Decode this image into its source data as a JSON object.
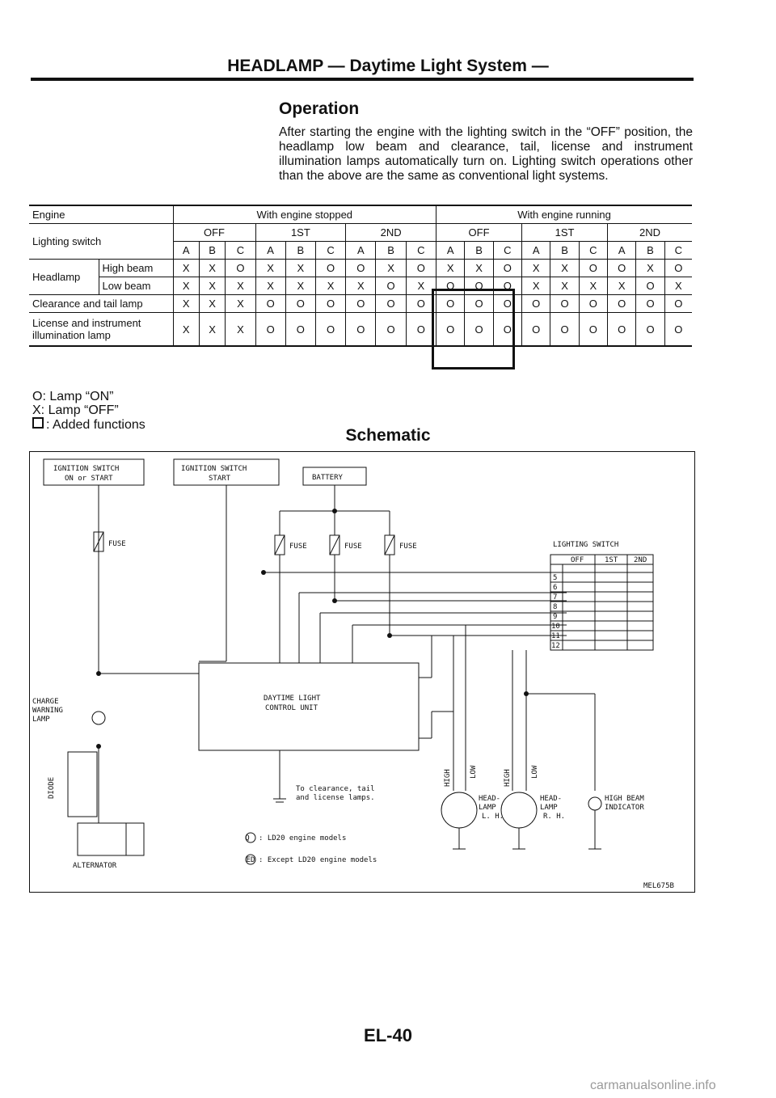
{
  "header": {
    "title": "HEADLAMP — Daytime Light System —"
  },
  "operation": {
    "title": "Operation",
    "text": "After starting the engine with the lighting switch in the “OFF” position, the headlamp low beam and clearance, tail, license and instrument illumination lamps automatically turn on. Lighting switch operations other than the above are the same as conventional light systems."
  },
  "table": {
    "engine_label": "Engine",
    "stopped": "With engine stopped",
    "running": "With engine running",
    "ls_label": "Lighting switch",
    "headlamp_label": "Headlamp",
    "positions": [
      "OFF",
      "1ST",
      "2ND",
      "OFF",
      "1ST",
      "2ND"
    ],
    "subs": [
      "A",
      "B",
      "C",
      "A",
      "B",
      "C",
      "A",
      "B",
      "C",
      "A",
      "B",
      "C",
      "A",
      "B",
      "C",
      "A",
      "B",
      "C"
    ],
    "rows": [
      {
        "label": "High beam",
        "values": [
          "X",
          "X",
          "O",
          "X",
          "X",
          "O",
          "O",
          "X",
          "O",
          "X",
          "X",
          "O",
          "X",
          "X",
          "O",
          "O",
          "X",
          "O"
        ]
      },
      {
        "label": "Low beam",
        "values": [
          "X",
          "X",
          "X",
          "X",
          "X",
          "X",
          "X",
          "O",
          "X",
          "O",
          "O",
          "O",
          "X",
          "X",
          "X",
          "X",
          "O",
          "X"
        ]
      },
      {
        "label": "Clearance and tail lamp",
        "values": [
          "X",
          "X",
          "X",
          "O",
          "O",
          "O",
          "O",
          "O",
          "O",
          "O",
          "O",
          "O",
          "O",
          "O",
          "O",
          "O",
          "O",
          "O"
        ]
      },
      {
        "label": "License and instrument illumination lamp",
        "values": [
          "X",
          "X",
          "X",
          "O",
          "O",
          "O",
          "O",
          "O",
          "O",
          "O",
          "O",
          "O",
          "O",
          "O",
          "O",
          "O",
          "O",
          "O"
        ]
      }
    ]
  },
  "legend": {
    "on": "O: Lamp “ON”",
    "off": "X: Lamp “OFF”",
    "added": ": Added functions"
  },
  "schematic": {
    "title": "Schematic",
    "ign_on_l1": "IGNITION SWITCH",
    "ign_on_l2": "ON or START",
    "ign_st_l1": "IGNITION SWITCH",
    "ign_st_l2": "START",
    "battery": "BATTERY",
    "fuse": "FUSE",
    "ls_title": "LIGHTING SWITCH",
    "ls_off": "OFF",
    "ls_1st": "1ST",
    "ls_2nd": "2ND",
    "ls_rows": [
      "5",
      "6",
      "7",
      "8",
      "9",
      "10",
      "11",
      "12"
    ],
    "unit_l1": "DAYTIME LIGHT",
    "unit_l2": "CONTROL UNIT",
    "charge_l1": "CHARGE",
    "charge_l2": "WARNING",
    "charge_l3": "LAMP",
    "diode": "DIODE",
    "alternator": "ALTERNATOR",
    "to_l1": "To clearance, tail",
    "to_l2": "and license lamps.",
    "high": "HIGH",
    "low": "LOW",
    "head": "HEAD-",
    "lamp": "LAMP",
    "lh": "L. H.",
    "rh": "R. H.",
    "hb_l1": "HIGH BEAM",
    "hb_l2": "INDICATOR",
    "note1": ": LD20 engine models",
    "note2": ": Except LD20 engine models",
    "q": "Q",
    "ed": "ED",
    "code": "MEL675B"
  },
  "page": "EL-40",
  "watermark": "carmanualsonline.info"
}
